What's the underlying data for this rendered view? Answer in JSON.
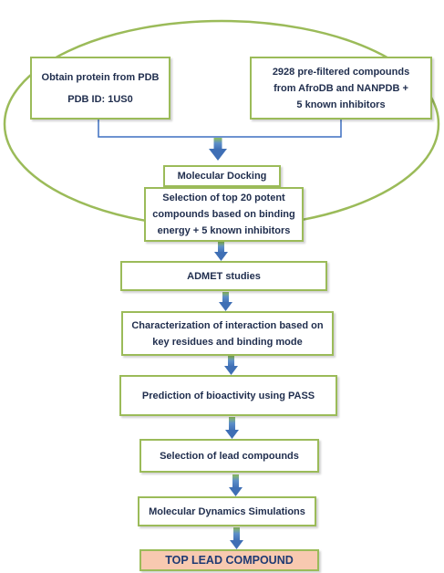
{
  "diagram": {
    "nodes": {
      "obtain_protein": {
        "line1": "Obtain protein from PDB",
        "line2": "PDB ID: 1US0"
      },
      "compounds": {
        "line1": "2928 pre-filtered compounds",
        "line2": "from AfroDB and NANPDB +",
        "line3": "5 known inhibitors"
      },
      "docking": {
        "label": "Molecular Docking"
      },
      "selection_top20": {
        "line1": "Selection of top 20 potent",
        "line2": "compounds based on binding",
        "line3": "energy + 5 known inhibitors"
      },
      "admet": {
        "label": "ADMET studies"
      },
      "characterization": {
        "line1": "Characterization of interaction based on",
        "line2": "key residues and binding mode"
      },
      "pass": {
        "label": "Prediction of bioactivity using PASS"
      },
      "lead_selection": {
        "label": "Selection of lead compounds"
      },
      "md": {
        "label": "Molecular Dynamics Simulations"
      },
      "final": {
        "label": "TOP LEAD COMPOUND"
      }
    },
    "colors": {
      "box_border": "#9bbb59",
      "text": "#1f2d4d",
      "arrow_fill": "#4a7cbf",
      "arrow_tail": "#8fbf5a",
      "connector": "#3d6fc0",
      "ellipse": "#9bbb59",
      "final_fill": "#f8c9b0"
    }
  }
}
